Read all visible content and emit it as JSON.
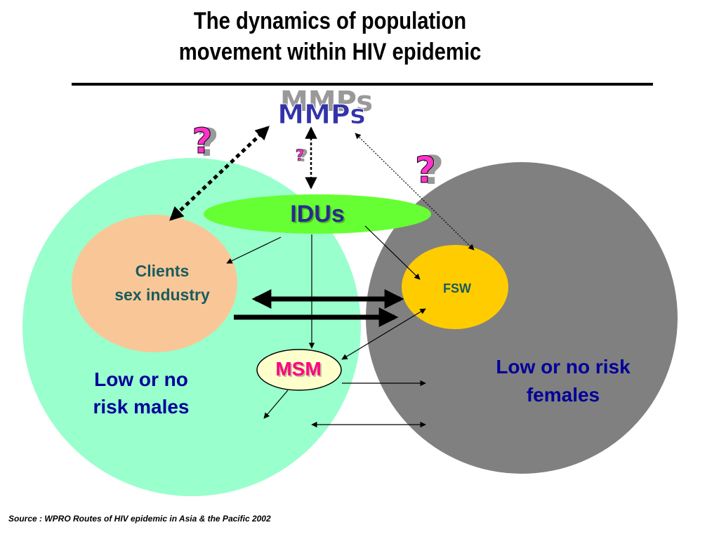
{
  "title": {
    "line1": "The dynamics of population",
    "line2": "movement within HIV epidemic"
  },
  "nodes": {
    "mmps": "MMPs",
    "idus": "IDUs",
    "clients_line1": "Clients",
    "clients_line2": "sex industry",
    "fsw": "FSW",
    "msm": "MSM"
  },
  "groups": {
    "males_line1": "Low or no",
    "males_line2": "risk males",
    "females_line1": "Low or no risk",
    "females_line2": "females"
  },
  "question_marks": {
    "left": "?",
    "center": "?",
    "right": "?"
  },
  "source": "Source : WPRO Routes of HIV epidemic in Asia & the Pacific 2002",
  "colors": {
    "males_circle": "#99ffcc",
    "females_circle": "#808080",
    "clients_fill": "#f9c797",
    "idus_fill": "#66ff33",
    "fsw_fill": "#ffcc00",
    "msm_fill": "#ffffcc",
    "mmps_text": "#3333aa",
    "mmps_shadow": "#999999",
    "idus_text": "#2a2a8c",
    "label_blue": "#000099",
    "clients_text": "#1a5c5c",
    "msm_text": "#ff0080",
    "question_fill": "#ff33cc"
  }
}
